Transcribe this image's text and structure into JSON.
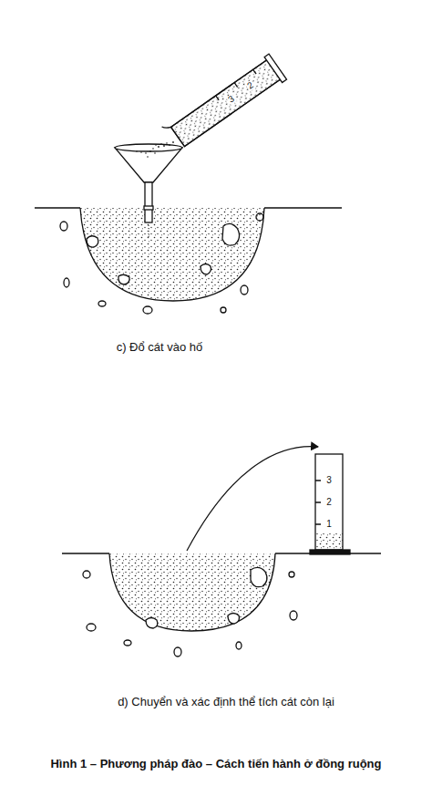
{
  "diagram": {
    "caption": "Hình 1 – Phương pháp đào – Cách tiến hành ở đồng ruộng",
    "labels": [
      "3",
      "2",
      "c) Đổ cát vào hố",
      "3",
      "2",
      "1",
      "d) Chuyển và xác định thể tích cát còn lại"
    ]
  }
}
